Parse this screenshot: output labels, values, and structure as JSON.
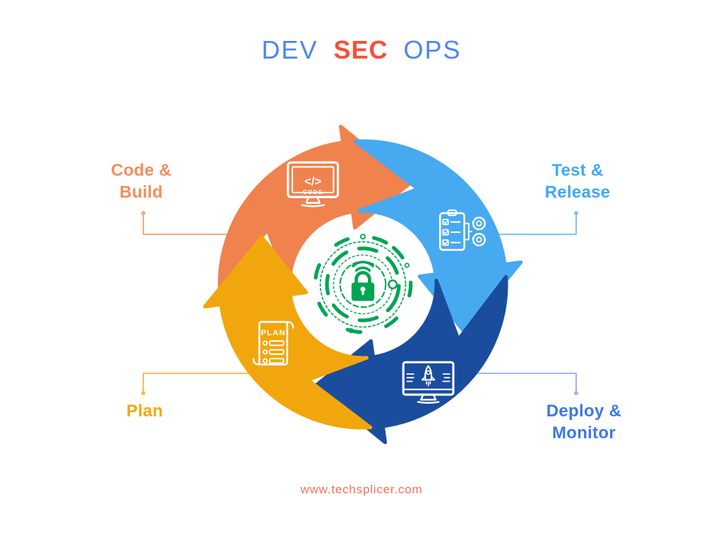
{
  "title": {
    "dev": "DEV",
    "sec": "SEC",
    "ops": "OPS",
    "dev_color": "#4B87EE",
    "sec_color": "#F4513B",
    "ops_color": "#4B87EE"
  },
  "segments": {
    "code_build": {
      "label_line1": "Code &",
      "label_line2": "Build",
      "arrow_color": "#F0824E",
      "label_color": "#F68D5A",
      "connector_color": "#F7A87D",
      "icon": "code-monitor-icon",
      "icon_tag_text": "</>",
      "icon_caption": "CODE"
    },
    "test_release": {
      "label_line1": "Test &",
      "label_line2": "Release",
      "arrow_color": "#47A9F0",
      "label_color": "#3FA9F5",
      "connector_color": "#7FC4F6",
      "icon": "clipboard-gears-icon"
    },
    "deploy_monitor": {
      "label_line1": "Deploy &",
      "label_line2": "Monitor",
      "arrow_color": "#1B4D9E",
      "label_color": "#3B78E8",
      "connector_color": "#9FB7EF",
      "icon": "rocket-monitor-icon"
    },
    "plan": {
      "label_line1": "Plan",
      "arrow_color": "#F2A60D",
      "label_color": "#F5A80E",
      "connector_color": "#F6BE55",
      "icon": "plan-scroll-icon",
      "icon_caption": "PLAN"
    }
  },
  "center_icon": {
    "name": "security-lock-icon",
    "color": "#00A554"
  },
  "footer": {
    "url": "www.techsplicer.com",
    "color": "#F4705B"
  }
}
